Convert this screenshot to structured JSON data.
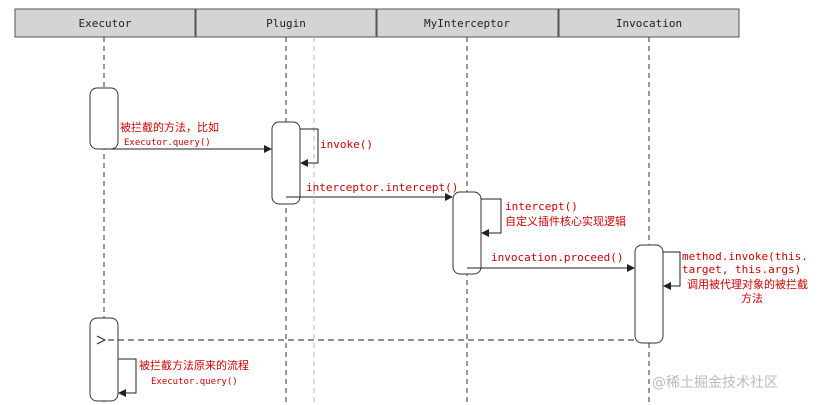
{
  "participants": {
    "executor": "Executor",
    "plugin": "Plugin",
    "interceptor": "MyInterceptor",
    "invocation": "Invocation"
  },
  "messages": {
    "m1_line1": "被拦截的方法，比如",
    "m1_line2": "Executor.query()",
    "m2": "invoke()",
    "m3": "interceptor.intercept()",
    "m4_line1": "intercept()",
    "m4_line2": "自定义插件核心实现逻辑",
    "m5": "invocation.proceed()",
    "m6_line1": "method.invoke(this.",
    "m6_line2": "target, this.args)",
    "m6_line3": "调用被代理对象的被拦截",
    "m6_line4": "方法",
    "m7_line1": "被拦截方法原来的流程",
    "m7_line2": "Executor.query()"
  },
  "watermark": "@稀土掘金技术社区"
}
